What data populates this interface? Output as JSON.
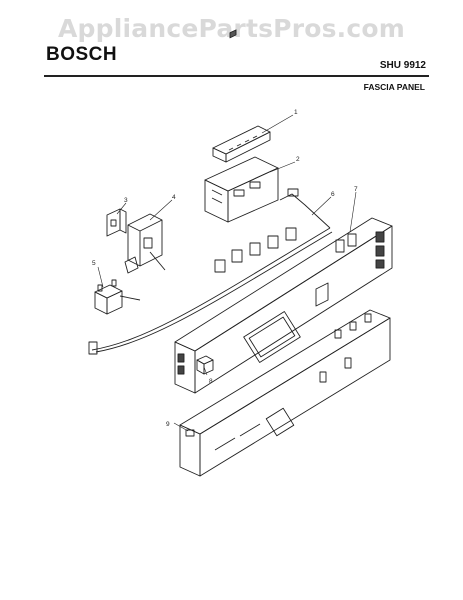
{
  "watermark": "AppliancePartsPros.com",
  "header": {
    "brand": "BOSCH",
    "model": "SHU 9912",
    "section": "FASCIA PANEL"
  },
  "callouts": [
    "1",
    "2",
    "3",
    "4",
    "5",
    "6",
    "7",
    "8",
    "9"
  ],
  "parts": [
    {
      "id": "1"
    },
    {
      "id": "2"
    },
    {
      "id": "3"
    },
    {
      "id": "4"
    },
    {
      "id": "5"
    },
    {
      "id": "6"
    },
    {
      "id": "7"
    },
    {
      "id": "8"
    },
    {
      "id": "9"
    }
  ],
  "colors": {
    "line": "#222222",
    "watermark": "#d9d9d9",
    "shade": "#bdbdbd"
  }
}
